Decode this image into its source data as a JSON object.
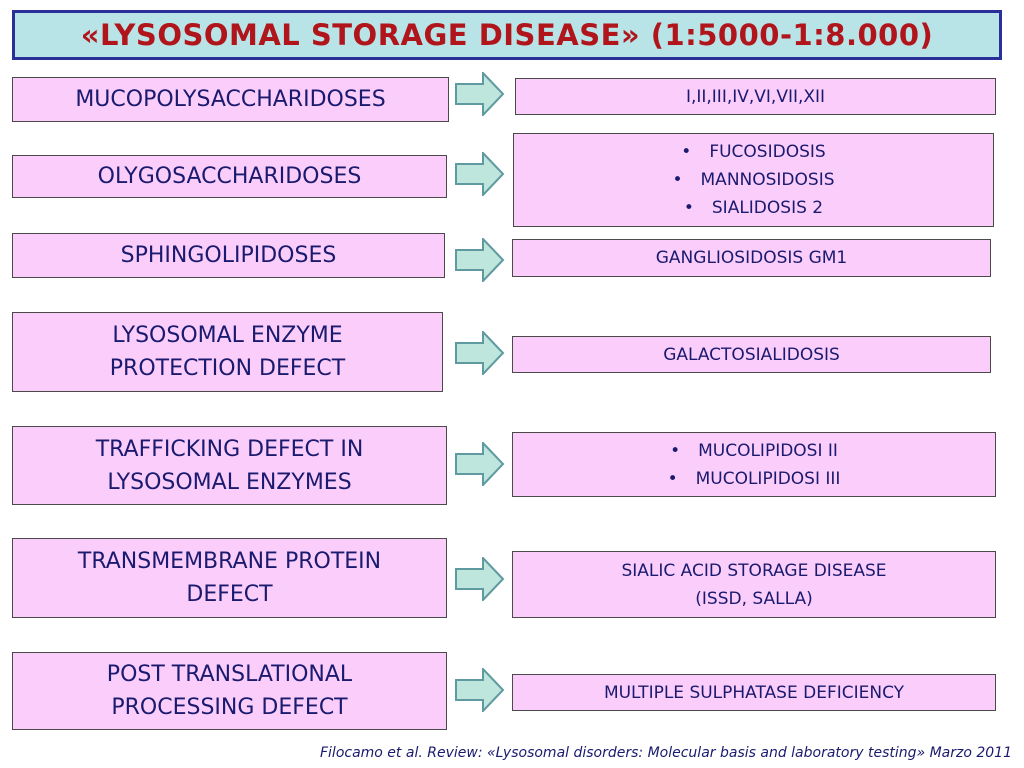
{
  "title": "«LYSOSOMAL STORAGE DISEASE» (1:5000-1:8.000)",
  "rows": [
    {
      "category": [
        "MUCOPOLYSACCHARIDOSES"
      ],
      "diseases": [
        "I,II,III,IV,VI,VII,XII"
      ],
      "bulleted": false
    },
    {
      "category": [
        "OLYGOSACCHARIDOSES"
      ],
      "diseases": [
        "FUCOSIDOSIS",
        "MANNOSIDOSIS",
        "SIALIDOSIS 2"
      ],
      "bulleted": true
    },
    {
      "category": [
        "SPHINGOLIPIDOSES"
      ],
      "diseases": [
        "GANGLIOSIDOSIS GM1"
      ],
      "bulleted": false
    },
    {
      "category": [
        "LYSOSOMAL ENZYME",
        "PROTECTION DEFECT"
      ],
      "diseases": [
        "GALACTOSIALIDOSIS"
      ],
      "bulleted": false
    },
    {
      "category": [
        "TRAFFICKING DEFECT IN",
        "LYSOSOMAL ENZYMES"
      ],
      "diseases": [
        "MUCOLIPIDOSI II",
        "MUCOLIPIDOSI III"
      ],
      "bulleted": true
    },
    {
      "category": [
        "TRANSMEMBRANE PROTEIN",
        "DEFECT"
      ],
      "diseases": [
        "SIALIC ACID STORAGE DISEASE",
        "(ISSD, SALLA)"
      ],
      "bulleted": false
    },
    {
      "category": [
        "POST TRANSLATIONAL",
        "PROCESSING DEFECT"
      ],
      "diseases": [
        "MULTIPLE SULPHATASE DEFICIENCY"
      ],
      "bulleted": false
    }
  ],
  "citation": "Filocamo et al. Review: «Lysosomal disorders: Molecular basis and laboratory testing» Marzo 2011",
  "colors": {
    "title_bg": "#b8e4e8",
    "title_border": "#2a2f9a",
    "title_text": "#b0151b",
    "box_bg": "#fbcdfb",
    "text": "#1a1a6e",
    "arrow_fill": "#bfe6dc",
    "arrow_stroke": "#5e9aa0"
  }
}
